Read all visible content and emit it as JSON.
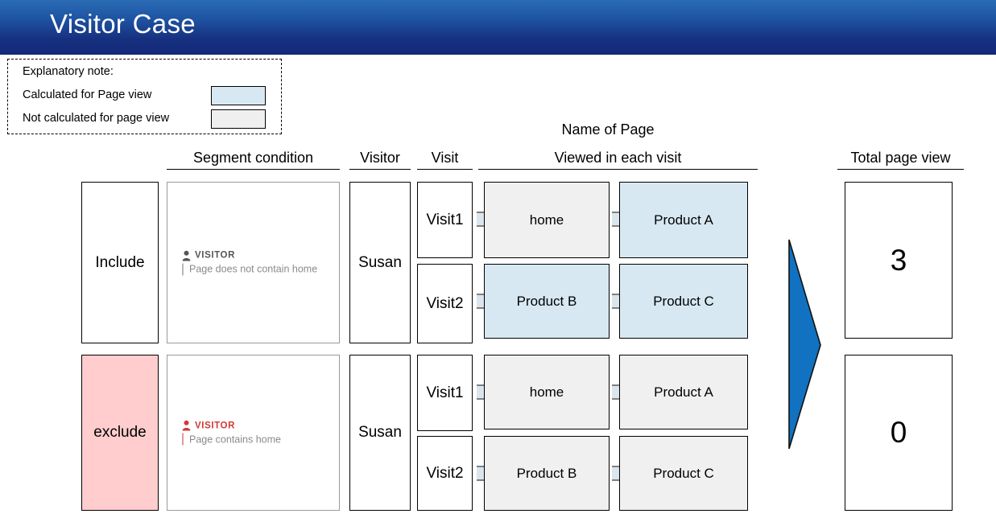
{
  "header": {
    "title": "Visitor Case",
    "gradient_top": "#2a6cb4",
    "gradient_bottom": "#14287a"
  },
  "legend": {
    "title": "Explanatory note:",
    "items": [
      {
        "label": "Calculated for Page view",
        "color": "#d7e8f2"
      },
      {
        "label": "Not calculated for page view",
        "color": "#efefef"
      }
    ]
  },
  "table": {
    "group_header": "Name of Page",
    "columns": {
      "segment": "Segment condition",
      "visitor": "Visitor",
      "visit": "Visit",
      "viewed": "Viewed in each visit",
      "total": "Total page view"
    },
    "rows": [
      {
        "mode": "Include",
        "mode_color": "#ffffff",
        "segment": {
          "type": "VISITOR",
          "condition": "Page does not contain home",
          "accent": "#555555"
        },
        "visitor": "Susan",
        "visits": [
          {
            "label": "Visit1",
            "pages": [
              {
                "name": "home",
                "counted": false
              },
              {
                "name": "Product A",
                "counted": true
              }
            ]
          },
          {
            "label": "Visit2",
            "pages": [
              {
                "name": "Product B",
                "counted": true
              },
              {
                "name": "Product C",
                "counted": true
              }
            ]
          }
        ],
        "total": "3"
      },
      {
        "mode": "exclude",
        "mode_color": "#ffcdcd",
        "segment": {
          "type": "VISITOR",
          "condition": "Page contains home",
          "accent": "#cf3a36"
        },
        "visitor": "Susan",
        "visits": [
          {
            "label": "Visit1",
            "pages": [
              {
                "name": "home",
                "counted": false
              },
              {
                "name": "Product A",
                "counted": false
              }
            ]
          },
          {
            "label": "Visit2",
            "pages": [
              {
                "name": "Product B",
                "counted": false
              },
              {
                "name": "Product C",
                "counted": false
              }
            ]
          }
        ],
        "total": "0"
      }
    ]
  },
  "arrow": {
    "color": "#1072c0",
    "direction": "right"
  }
}
